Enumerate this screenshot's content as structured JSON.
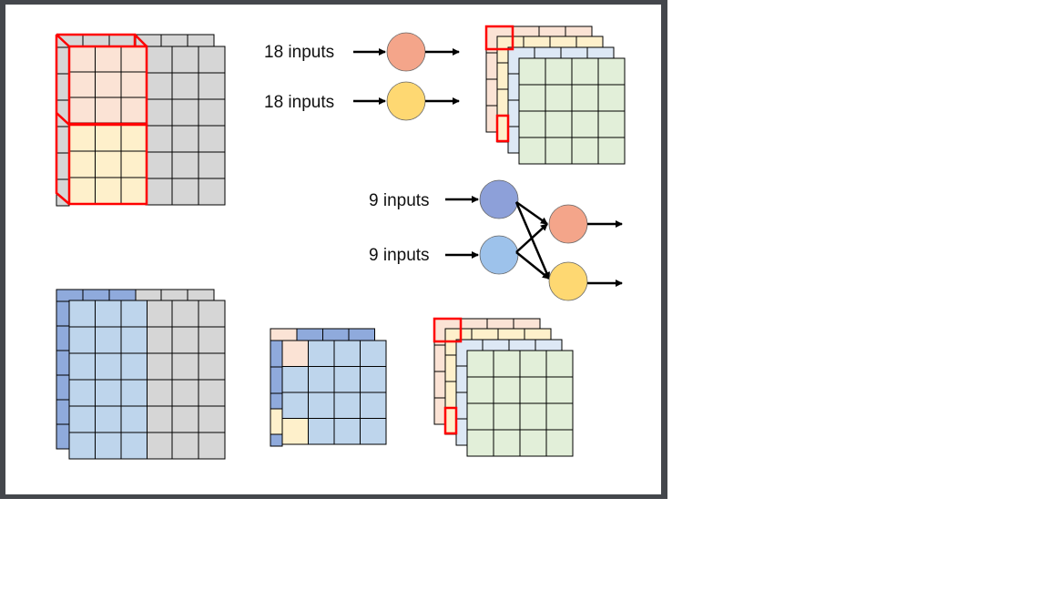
{
  "labels": {
    "top_first_input": "18 inputs",
    "top_second_input": "18 inputs",
    "mid_first_input": "9 inputs",
    "mid_second_input": "9 inputs"
  },
  "colors": {
    "frame": "#44474c",
    "gray_cell": "#d6d6d6",
    "peach_cell": "#fbe3d5",
    "yellow_cell": "#fef0cb",
    "lightblue_cell": "#dde8f5",
    "green_cell": "#e2efd9",
    "blue_cell": "#bed5ec",
    "darkblue_cell": "#8faadc",
    "highlight": "#ff0000",
    "neuron_orange": "#f4a58a",
    "neuron_yellow": "#fed872",
    "neuron_darkblue": "#8da0d9",
    "neuron_lightblue": "#9dc2eb"
  }
}
